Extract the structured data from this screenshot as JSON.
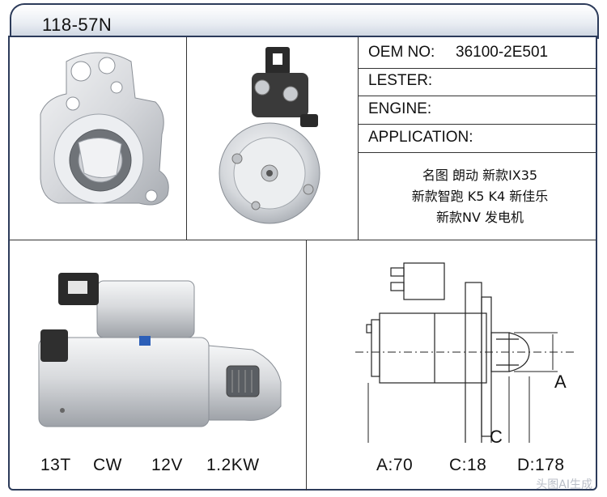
{
  "header": {
    "part_number": "118-57N"
  },
  "specs": {
    "oem_label": "OEM NO:",
    "oem_value": "36100-2E501",
    "lester_label": "LESTER:",
    "engine_label": "ENGINE:",
    "application_label": "APPLICATION:",
    "application_lines": [
      "名图  朗动  新款IX35",
      "新款智跑  K5  K4  新佳乐",
      "新款NV  发电机"
    ]
  },
  "product_specs": {
    "teeth": "13T",
    "rotation": "CW",
    "voltage": "12V",
    "power": "1.2KW"
  },
  "dimensions": {
    "label_a": "A",
    "label_c": "C",
    "label_d": "D",
    "a_text": "A:70",
    "c_text": "C:18",
    "d_text": "D:178"
  },
  "watermark": "头图AI生成",
  "colors": {
    "border": "#2c3b5a",
    "metal": "#d9dbde",
    "dark_plug": "#2a2a2a"
  }
}
